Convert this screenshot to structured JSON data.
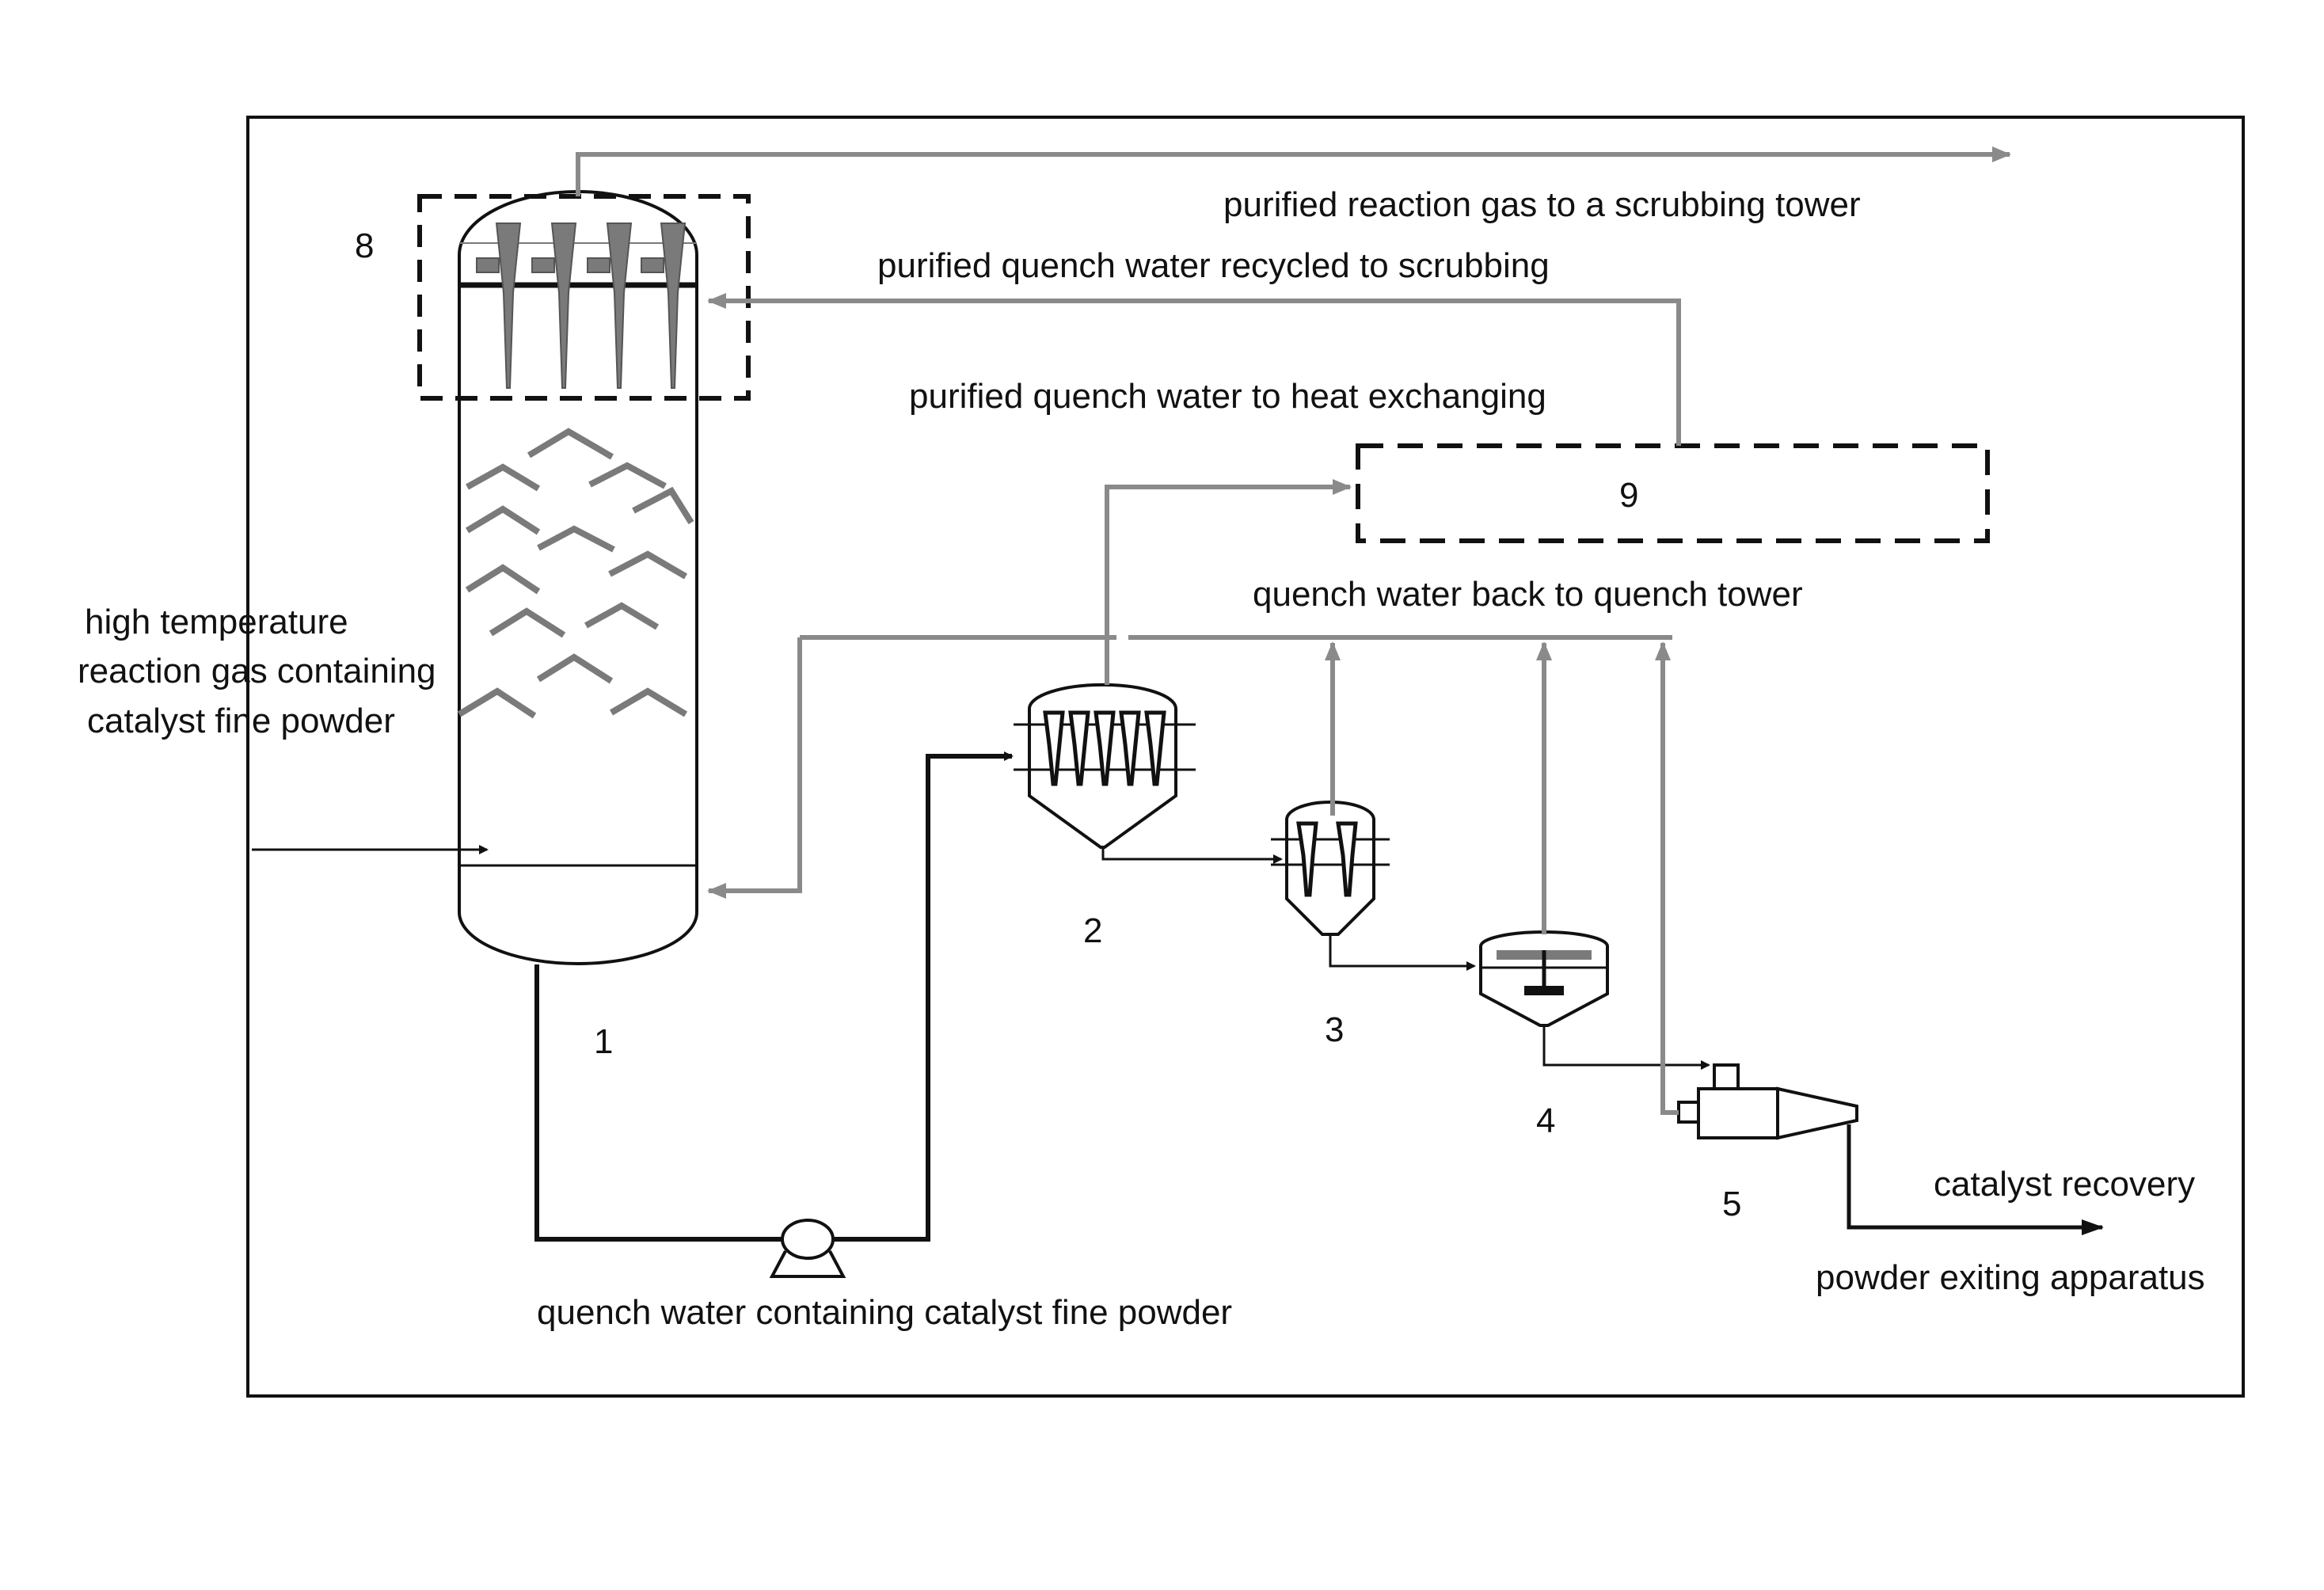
{
  "colors": {
    "black_line": "#111111",
    "gray_line": "#8a8a8a",
    "internals": "#7a7a7a",
    "background": "#ffffff"
  },
  "equipment": {
    "quench_tower": "1",
    "primary_hydrocyclone": "2",
    "secondary_hydrocyclone": "3",
    "settler": "4",
    "centrifuge": "5",
    "top_separator": "8",
    "heat_exchange_unit": "9"
  },
  "labels": {
    "purified_reaction_gas": "purified reaction gas  to a scrubbing tower",
    "purified_quench_recycled": "purified quench water recycled to scrubbing",
    "purified_quench_heat": "purified quench water to heat exchanging",
    "high_temp_gas_line1": "high temperature",
    "high_temp_gas_line2": "reaction gas containing",
    "high_temp_gas_line3": "catalyst fine powder",
    "quench_back": "quench water back to quench tower",
    "quench_water_powder": "quench water containing catalyst fine powder",
    "catalyst_recovery": "catalyst recovery",
    "powder_exiting": "powder exiting apparatus"
  },
  "icons": {
    "pump": "pump-icon",
    "chevron_tray": "chevron-baffle-icon",
    "cyclone": "cyclone-icon"
  }
}
